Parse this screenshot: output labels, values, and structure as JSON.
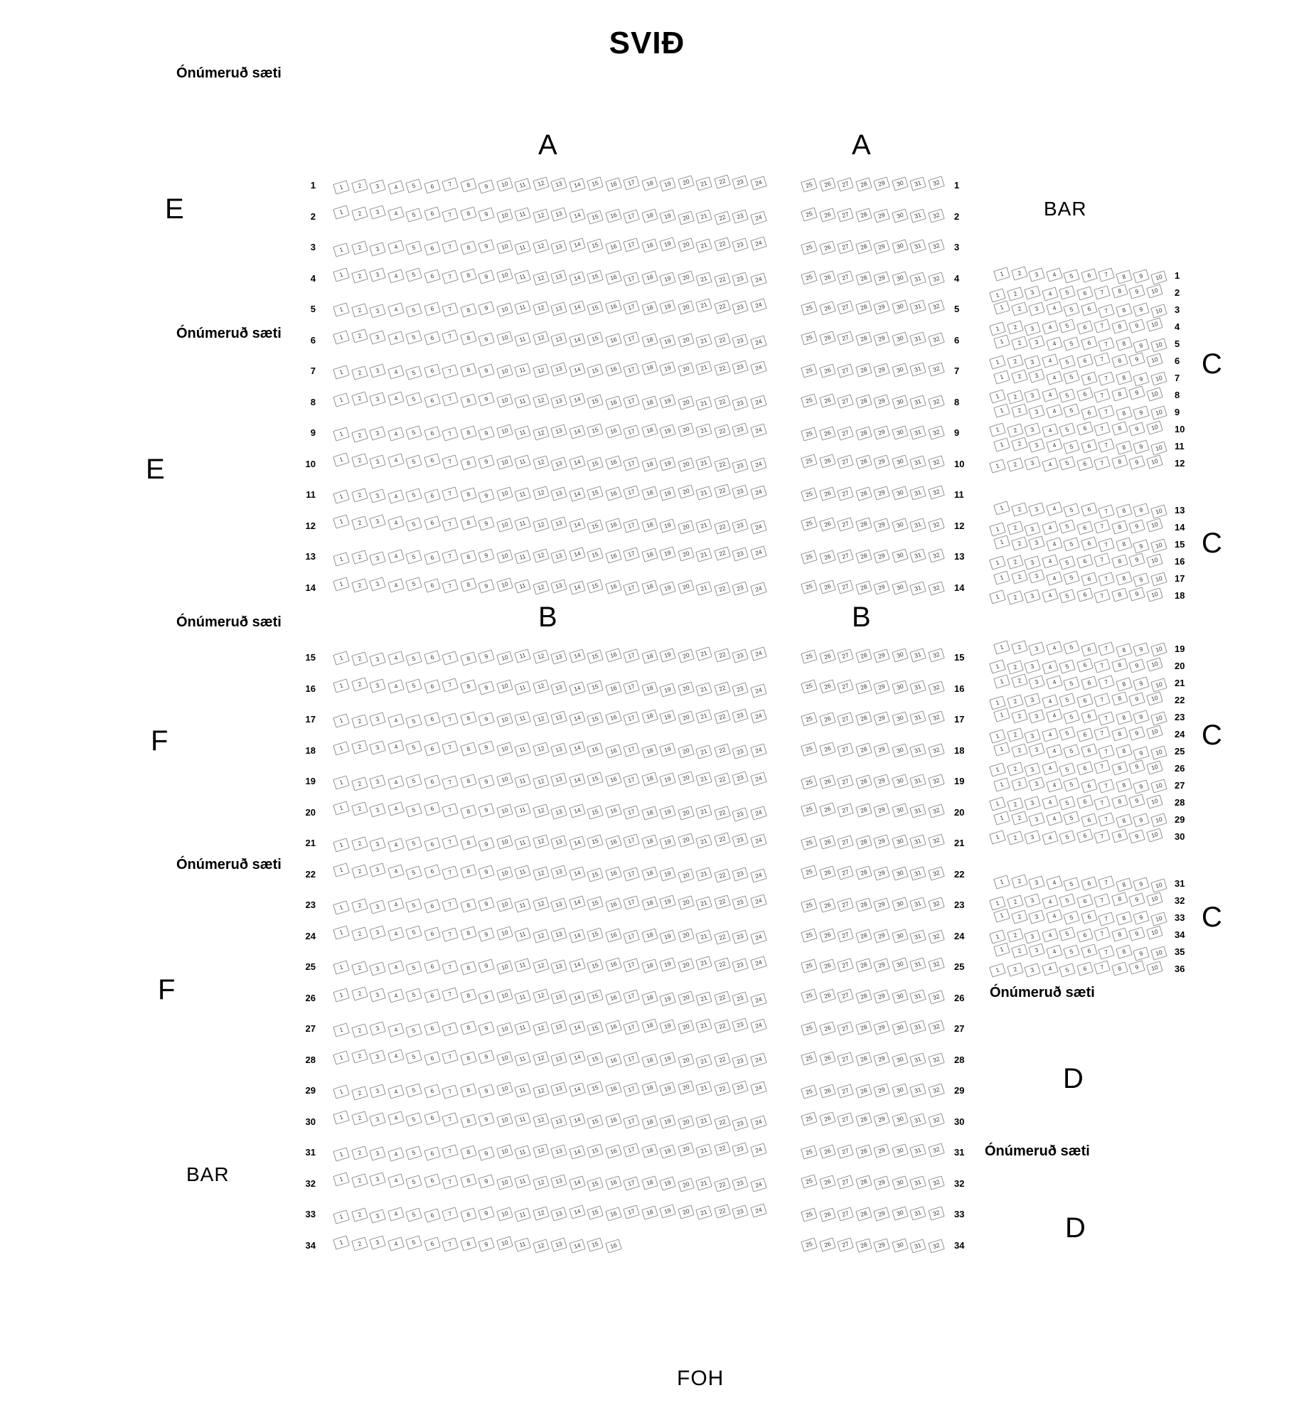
{
  "stage_label": "SVIÐ",
  "foh_label": "FOH",
  "bar_label": "BAR",
  "unnumbered_seats_label": "Ónúmeruð sæti",
  "section_labels": {
    "a": "A",
    "b": "B",
    "c": "C",
    "d": "D",
    "e": "E",
    "f": "F"
  },
  "seat_map": {
    "main_left_block": {
      "section_top": "A",
      "section_bottom": "B",
      "rows_from": 1,
      "rows_to": 34,
      "seat_from": 1,
      "seat_to": 24,
      "row_overrides": {
        "34": {
          "seat_to": 16
        }
      },
      "row_label_side": "left"
    },
    "main_right_block": {
      "section_top": "A",
      "section_bottom": "B",
      "rows_from": 1,
      "rows_to": 34,
      "seat_from": 25,
      "seat_to": 32,
      "row_label_side": "right"
    },
    "c_block": {
      "section": "C",
      "groups": [
        {
          "rows_from": 1,
          "rows_to": 12
        },
        {
          "rows_from": 13,
          "rows_to": 18
        },
        {
          "rows_from": 19,
          "rows_to": 30
        },
        {
          "rows_from": 31,
          "rows_to": 36
        }
      ],
      "seat_from": 1,
      "seat_to": 10,
      "row_label_side": "right"
    }
  },
  "colors": {
    "background": "#ffffff",
    "seat_border": "#8f8f8f",
    "seat_text": "#3a3a3a",
    "label_text": "#000000"
  }
}
